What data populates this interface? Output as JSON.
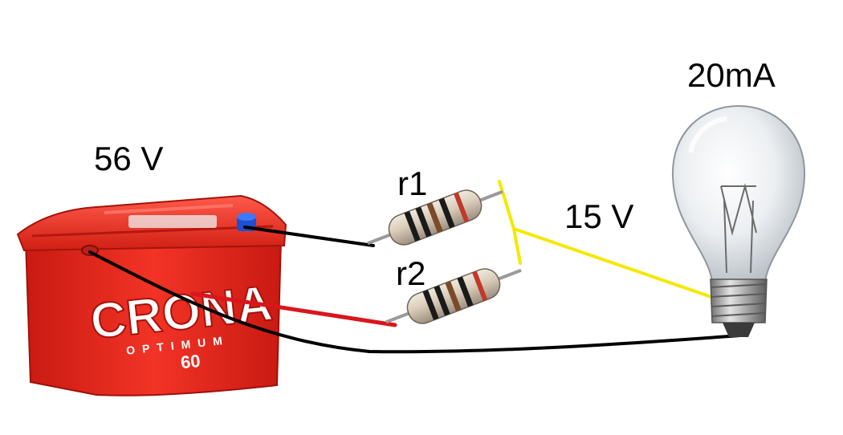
{
  "labels": {
    "battery_voltage": "56 V",
    "output_voltage": "15 V",
    "bulb_current": "20mA",
    "resistor_1": "r1",
    "resistor_2": "r2"
  },
  "battery": {
    "brand": "CRONA",
    "line": "OPTIMUM",
    "capacity": "60"
  },
  "colors": {
    "wire_black": "#000000",
    "wire_red": "#d9161c",
    "wire_yellow": "#f5e800",
    "battery_red": "#e8271f",
    "terminal_blue": "#1d4fd0"
  }
}
